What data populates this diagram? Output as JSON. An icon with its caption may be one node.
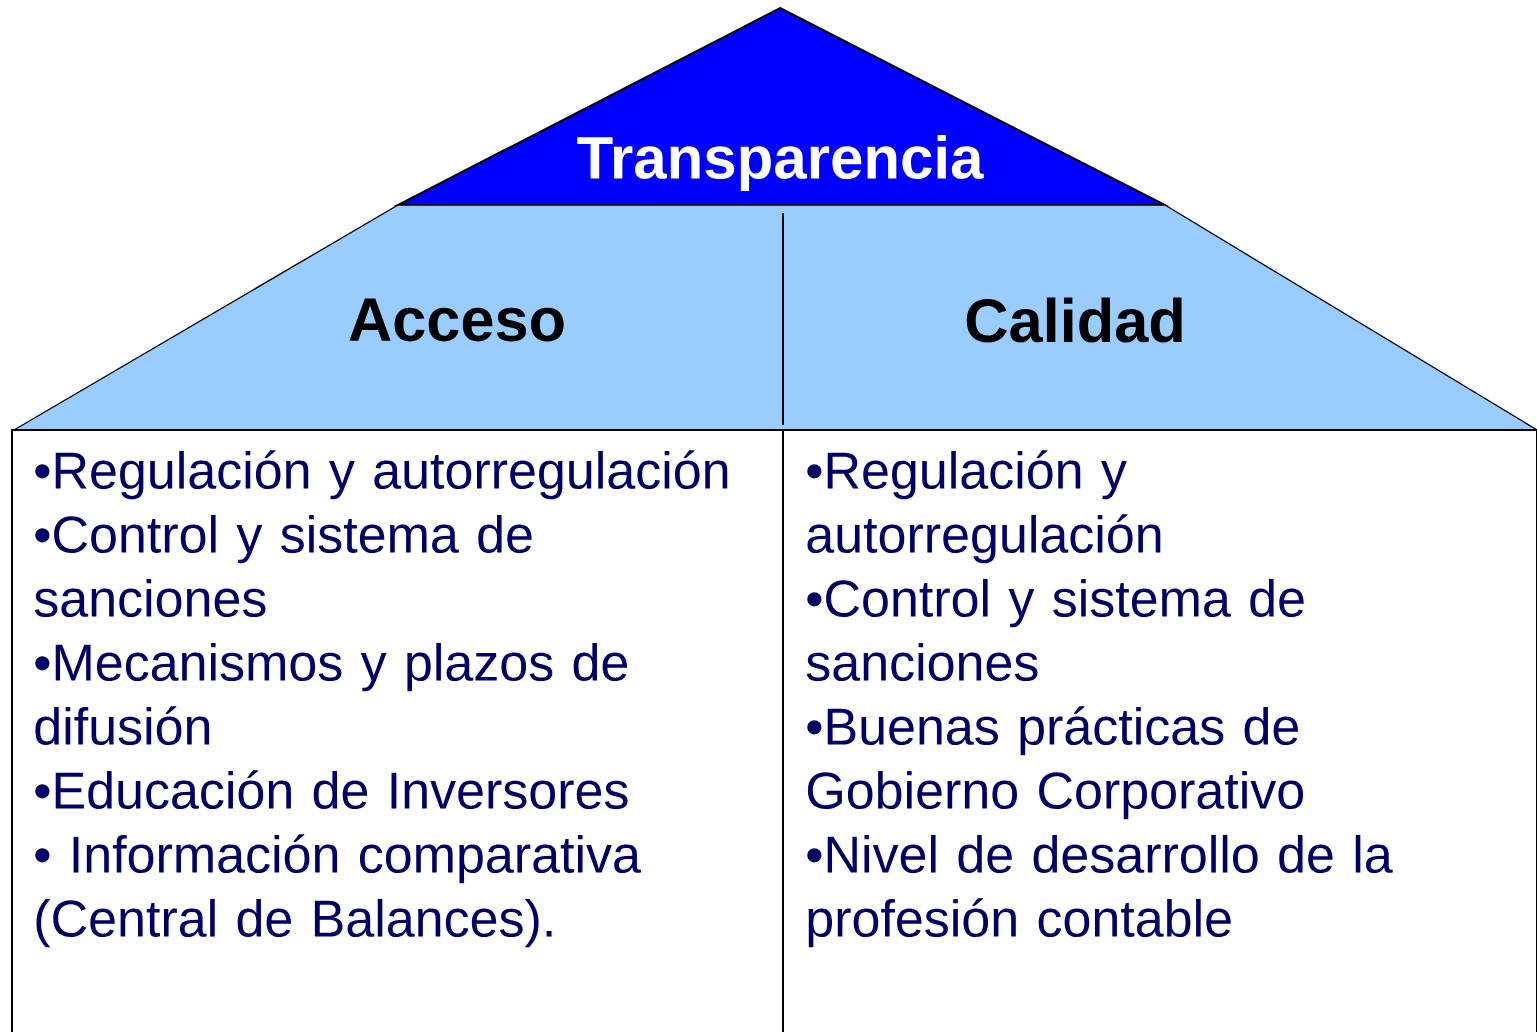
{
  "diagram": {
    "nodes": [
      {
        "text": [
          "Transparencia"
        ]
      },
      {
        "text": [
          "Acceso"
        ]
      },
      {
        "text": [
          "Calidad"
        ]
      },
      {
        "text": [
          "•Regulación y autorregulación",
          "•Control y sistema de sanciones",
          "•Mecanismos y plazos de difusión",
          "•Educación de Inversores",
          "• Información comparativa (Central de Balances)."
        ]
      },
      {
        "text": [
          "•Regulación y autorregulación",
          "•Control y sistema de sanciones",
          "•Buenas prácticas de Gobierno Corporativo",
          "•Nivel de desarrollo de la profesión contable"
        ]
      }
    ]
  }
}
